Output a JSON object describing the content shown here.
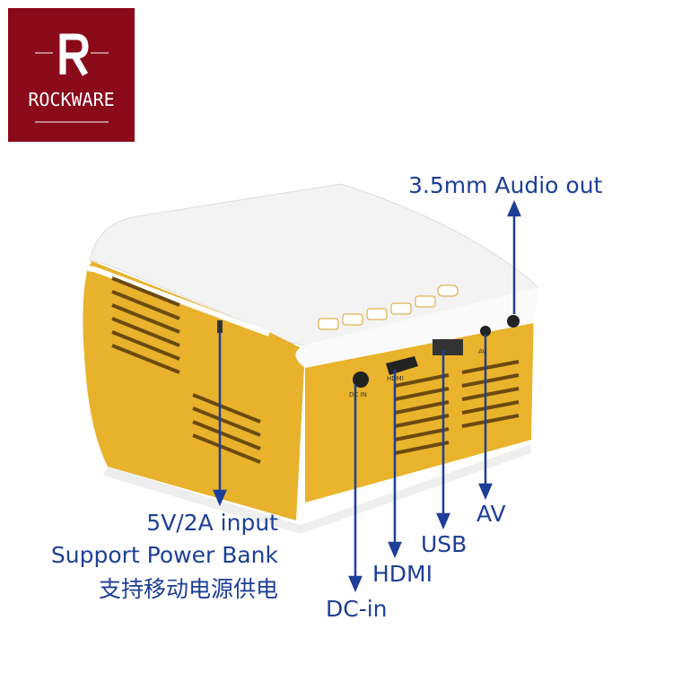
{
  "logo": {
    "letter": "R",
    "brand": "ROCKWARE"
  },
  "labels": {
    "audio": "3.5mm Audio out",
    "power_line1": "5V/2A input",
    "power_line2": "Support Power Bank",
    "power_line3": "支持移动电源供电",
    "av": "AV",
    "usb": "USB",
    "hdmi": "HDMI",
    "dcin": "DC-in"
  },
  "port_marks": {
    "dc": "DC IN",
    "hdmi": "HDMI",
    "av": "AV"
  },
  "colors": {
    "brand": "#8a0a1a",
    "label": "#1d3f97",
    "body_yellow": "#e9b32c",
    "body_white": "#f4f4f4"
  }
}
